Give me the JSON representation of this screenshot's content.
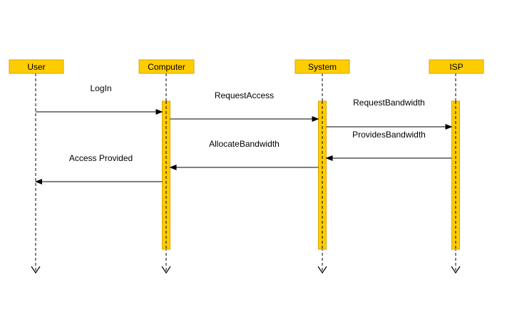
{
  "colors": {
    "participant_fill": "#FFCC00",
    "participant_border": "#D8A500",
    "activation_fill": "#FFCC00",
    "activation_border": "#D8A500",
    "line": "#000000"
  },
  "participants": [
    {
      "id": "user",
      "name": "User"
    },
    {
      "id": "computer",
      "name": "Computer"
    },
    {
      "id": "system",
      "name": "System"
    },
    {
      "id": "isp",
      "name": "ISP"
    }
  ],
  "messages": [
    {
      "from": "user",
      "to": "computer",
      "label": "LogIn"
    },
    {
      "from": "computer",
      "to": "system",
      "label": "RequestAccess"
    },
    {
      "from": "system",
      "to": "isp",
      "label": "RequestBandwidth"
    },
    {
      "from": "isp",
      "to": "system",
      "label": "ProvidesBandwidth"
    },
    {
      "from": "system",
      "to": "computer",
      "label": "AllocateBandwidth"
    },
    {
      "from": "computer",
      "to": "user",
      "label": "Access Provided"
    }
  ]
}
